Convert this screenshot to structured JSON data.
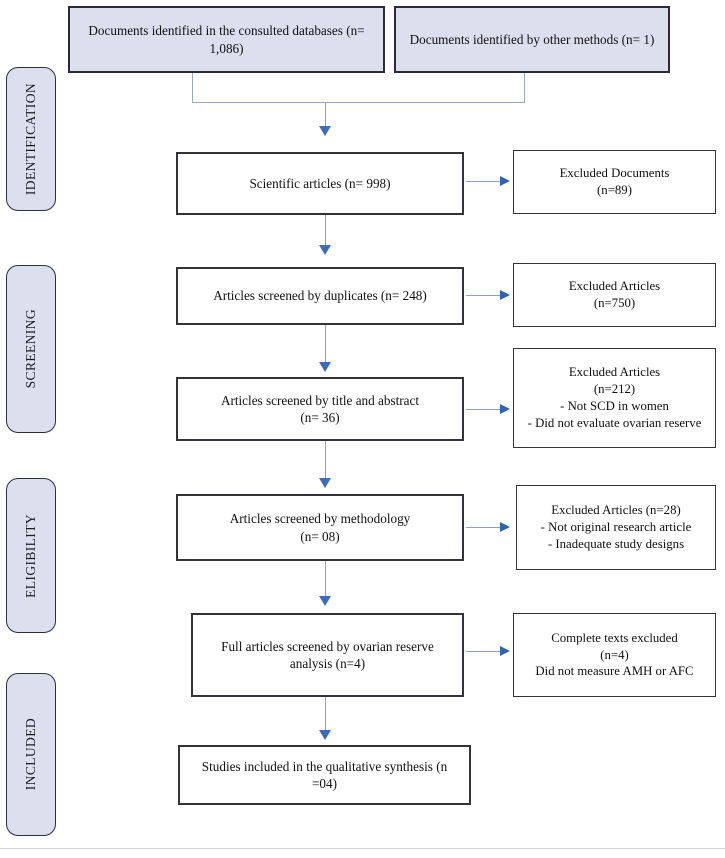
{
  "diagram": {
    "type": "prisma-flow-diagram",
    "stages": [
      {
        "id": "identification",
        "label": "IDENTIFICATION"
      },
      {
        "id": "screening",
        "label": "SCREENING"
      },
      {
        "id": "eligibility",
        "label": "ELIGIBILITY"
      },
      {
        "id": "included",
        "label": "INCLUDED"
      }
    ],
    "colors": {
      "stage_fill": "#dbdfee",
      "source_box_fill": "#dbdfee",
      "box_fill": "#ffffff",
      "box_border": "#33333b",
      "connector": "#8ea2c0",
      "arrowhead": "#3c6cc0"
    },
    "sources": [
      {
        "id": "databases",
        "text": "Documents identified in the consulted databases (n= 1,086)"
      },
      {
        "id": "other-methods",
        "text": "Documents identified by other methods (n= 1)"
      }
    ],
    "flow": [
      {
        "id": "scientific-articles",
        "text": "Scientific articles (n= 998)"
      },
      {
        "id": "screened-duplicates",
        "text": "Articles screened by duplicates (n= 248)"
      },
      {
        "id": "screened-title-abstract",
        "text": "Articles screened by title and abstract\n(n= 36)"
      },
      {
        "id": "screened-methodology",
        "text": "Articles screened by methodology\n(n= 08)"
      },
      {
        "id": "full-articles-ovarian",
        "text": "Full articles screened by ovarian reserve analysis (n=4)"
      },
      {
        "id": "studies-included",
        "text": "Studies included in the qualitative synthesis (n =04)"
      }
    ],
    "exclusions": [
      {
        "id": "excluded-documents",
        "text": "Excluded Documents\n(n=89)"
      },
      {
        "id": "excluded-duplicates",
        "text": "Excluded Articles\n(n=750)"
      },
      {
        "id": "excluded-title-abstract",
        "text": "Excluded Articles\n(n=212)\n- Not SCD in women\n- Did not evaluate ovarian reserve"
      },
      {
        "id": "excluded-methodology",
        "text": "Excluded Articles (n=28)\n- Not original research article\n- Inadequate study designs"
      },
      {
        "id": "excluded-full-texts",
        "text": "Complete texts excluded\n(n=4)\nDid not measure AMH or AFC"
      }
    ]
  }
}
